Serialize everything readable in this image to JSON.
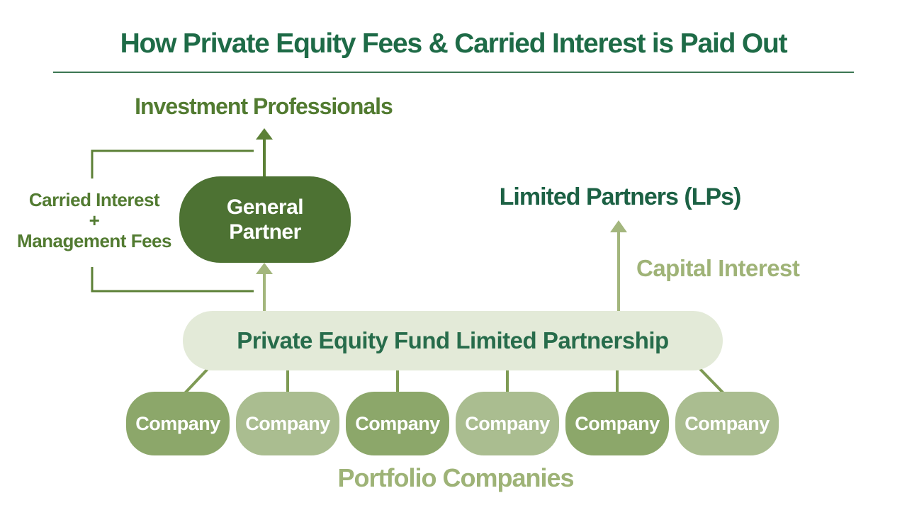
{
  "title": "How Private Equity Fees & Carried Interest is Paid Out",
  "colors": {
    "title_green": "#1e6b47",
    "rule_green": "#3c7753",
    "olive_text": "#527b31",
    "gp_box_fill": "#4d7233",
    "dark_arrow": "#5c8036",
    "light_arrow": "#a3b67d",
    "lp_text_green": "#1c6144",
    "capital_interest_text": "#9fb377",
    "fund_bar_fill": "#e3ead8",
    "fund_bar_text": "#276c4b",
    "company_dark": "#8ca76a",
    "company_light": "#aabd90",
    "connector_line": "#7e9a54",
    "portfolio_caption_text": "#9eb377"
  },
  "gp_flow": {
    "investment_professionals": "Investment Professionals",
    "fees_line1": "Carried Interest",
    "fees_line2": "+",
    "fees_line3": "Management Fees",
    "general_partner_line1": "General",
    "general_partner_line2": "Partner"
  },
  "lp_flow": {
    "limited_partners": "Limited Partners (LPs)",
    "capital_interest": "Capital Interest"
  },
  "fund": {
    "label": "Private Equity Fund Limited Partnership"
  },
  "portfolio": {
    "caption": "Portfolio Companies",
    "companies": [
      {
        "label": "Company"
      },
      {
        "label": "Company"
      },
      {
        "label": "Company"
      },
      {
        "label": "Company"
      },
      {
        "label": "Company"
      },
      {
        "label": "Company"
      }
    ]
  }
}
